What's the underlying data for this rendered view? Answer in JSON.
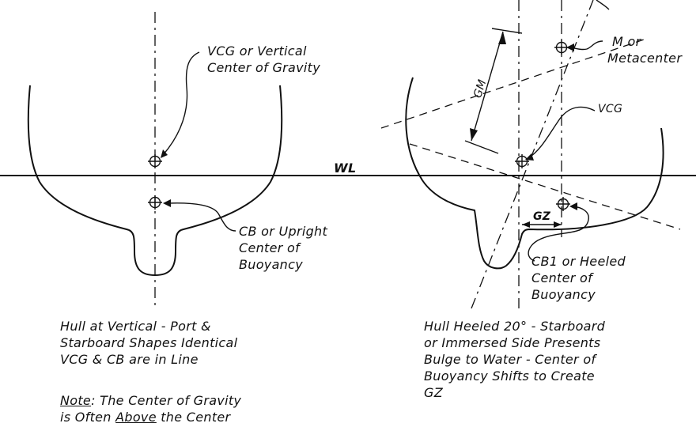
{
  "left": {
    "vcg_label": [
      "VCG or Vertical",
      "Center of Gravity"
    ],
    "cb_label": [
      "CB or Upright",
      "Center of",
      "Buoyancy"
    ],
    "caption": [
      "Hull at Vertical - Port &",
      "Starboard Shapes Identical",
      "VCG & CB are in Line"
    ],
    "note_prefix": "Note",
    "note_line1_rest": ": The Center of Gravity",
    "note_line2_a": "is Often ",
    "note_line2_under": "Above",
    "note_line2_b": " the Center"
  },
  "center": {
    "wl_label": "WL"
  },
  "right": {
    "m_label": [
      "M or",
      "Metacenter"
    ],
    "vcg_label": "VCG",
    "gm_label": "GM",
    "gz_label": "GZ",
    "cb1_label": [
      "CB1 or Heeled",
      "Center of",
      "Buoyancy"
    ],
    "caption": [
      "Hull Heeled 20° - Starboard",
      "or Immersed Side Presents",
      "Bulge to Water - Center of",
      "Buoyancy Shifts to Create",
      "GZ"
    ]
  }
}
